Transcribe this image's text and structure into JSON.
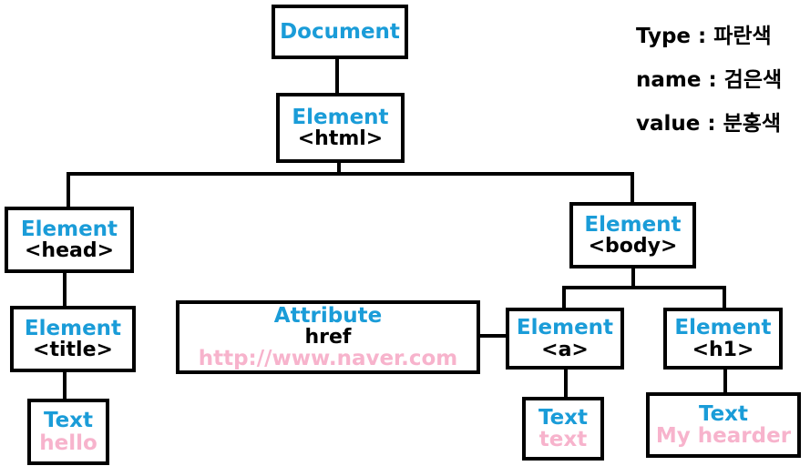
{
  "legend": {
    "type": "Type : 파란색",
    "name": "name : 검은색",
    "value": "value : 분홍색"
  },
  "colors": {
    "type": "#1a9cd8",
    "name": "#000000",
    "value": "#f7b3cc"
  },
  "nodes": {
    "document": {
      "type": "Document"
    },
    "html": {
      "type": "Element",
      "name": "<html>"
    },
    "head": {
      "type": "Element",
      "name": "<head>"
    },
    "title": {
      "type": "Element",
      "name": "<title>"
    },
    "text_hello": {
      "type": "Text",
      "value": "hello"
    },
    "body": {
      "type": "Element",
      "name": "<body>"
    },
    "attribute": {
      "type": "Attribute",
      "name": "href",
      "value": "http://www.naver.com"
    },
    "a": {
      "type": "Element",
      "name": "<a>"
    },
    "text_a": {
      "type": "Text",
      "value": "text"
    },
    "h1": {
      "type": "Element",
      "name": "<h1>"
    },
    "text_h1": {
      "type": "Text",
      "value": "My hearder"
    }
  }
}
